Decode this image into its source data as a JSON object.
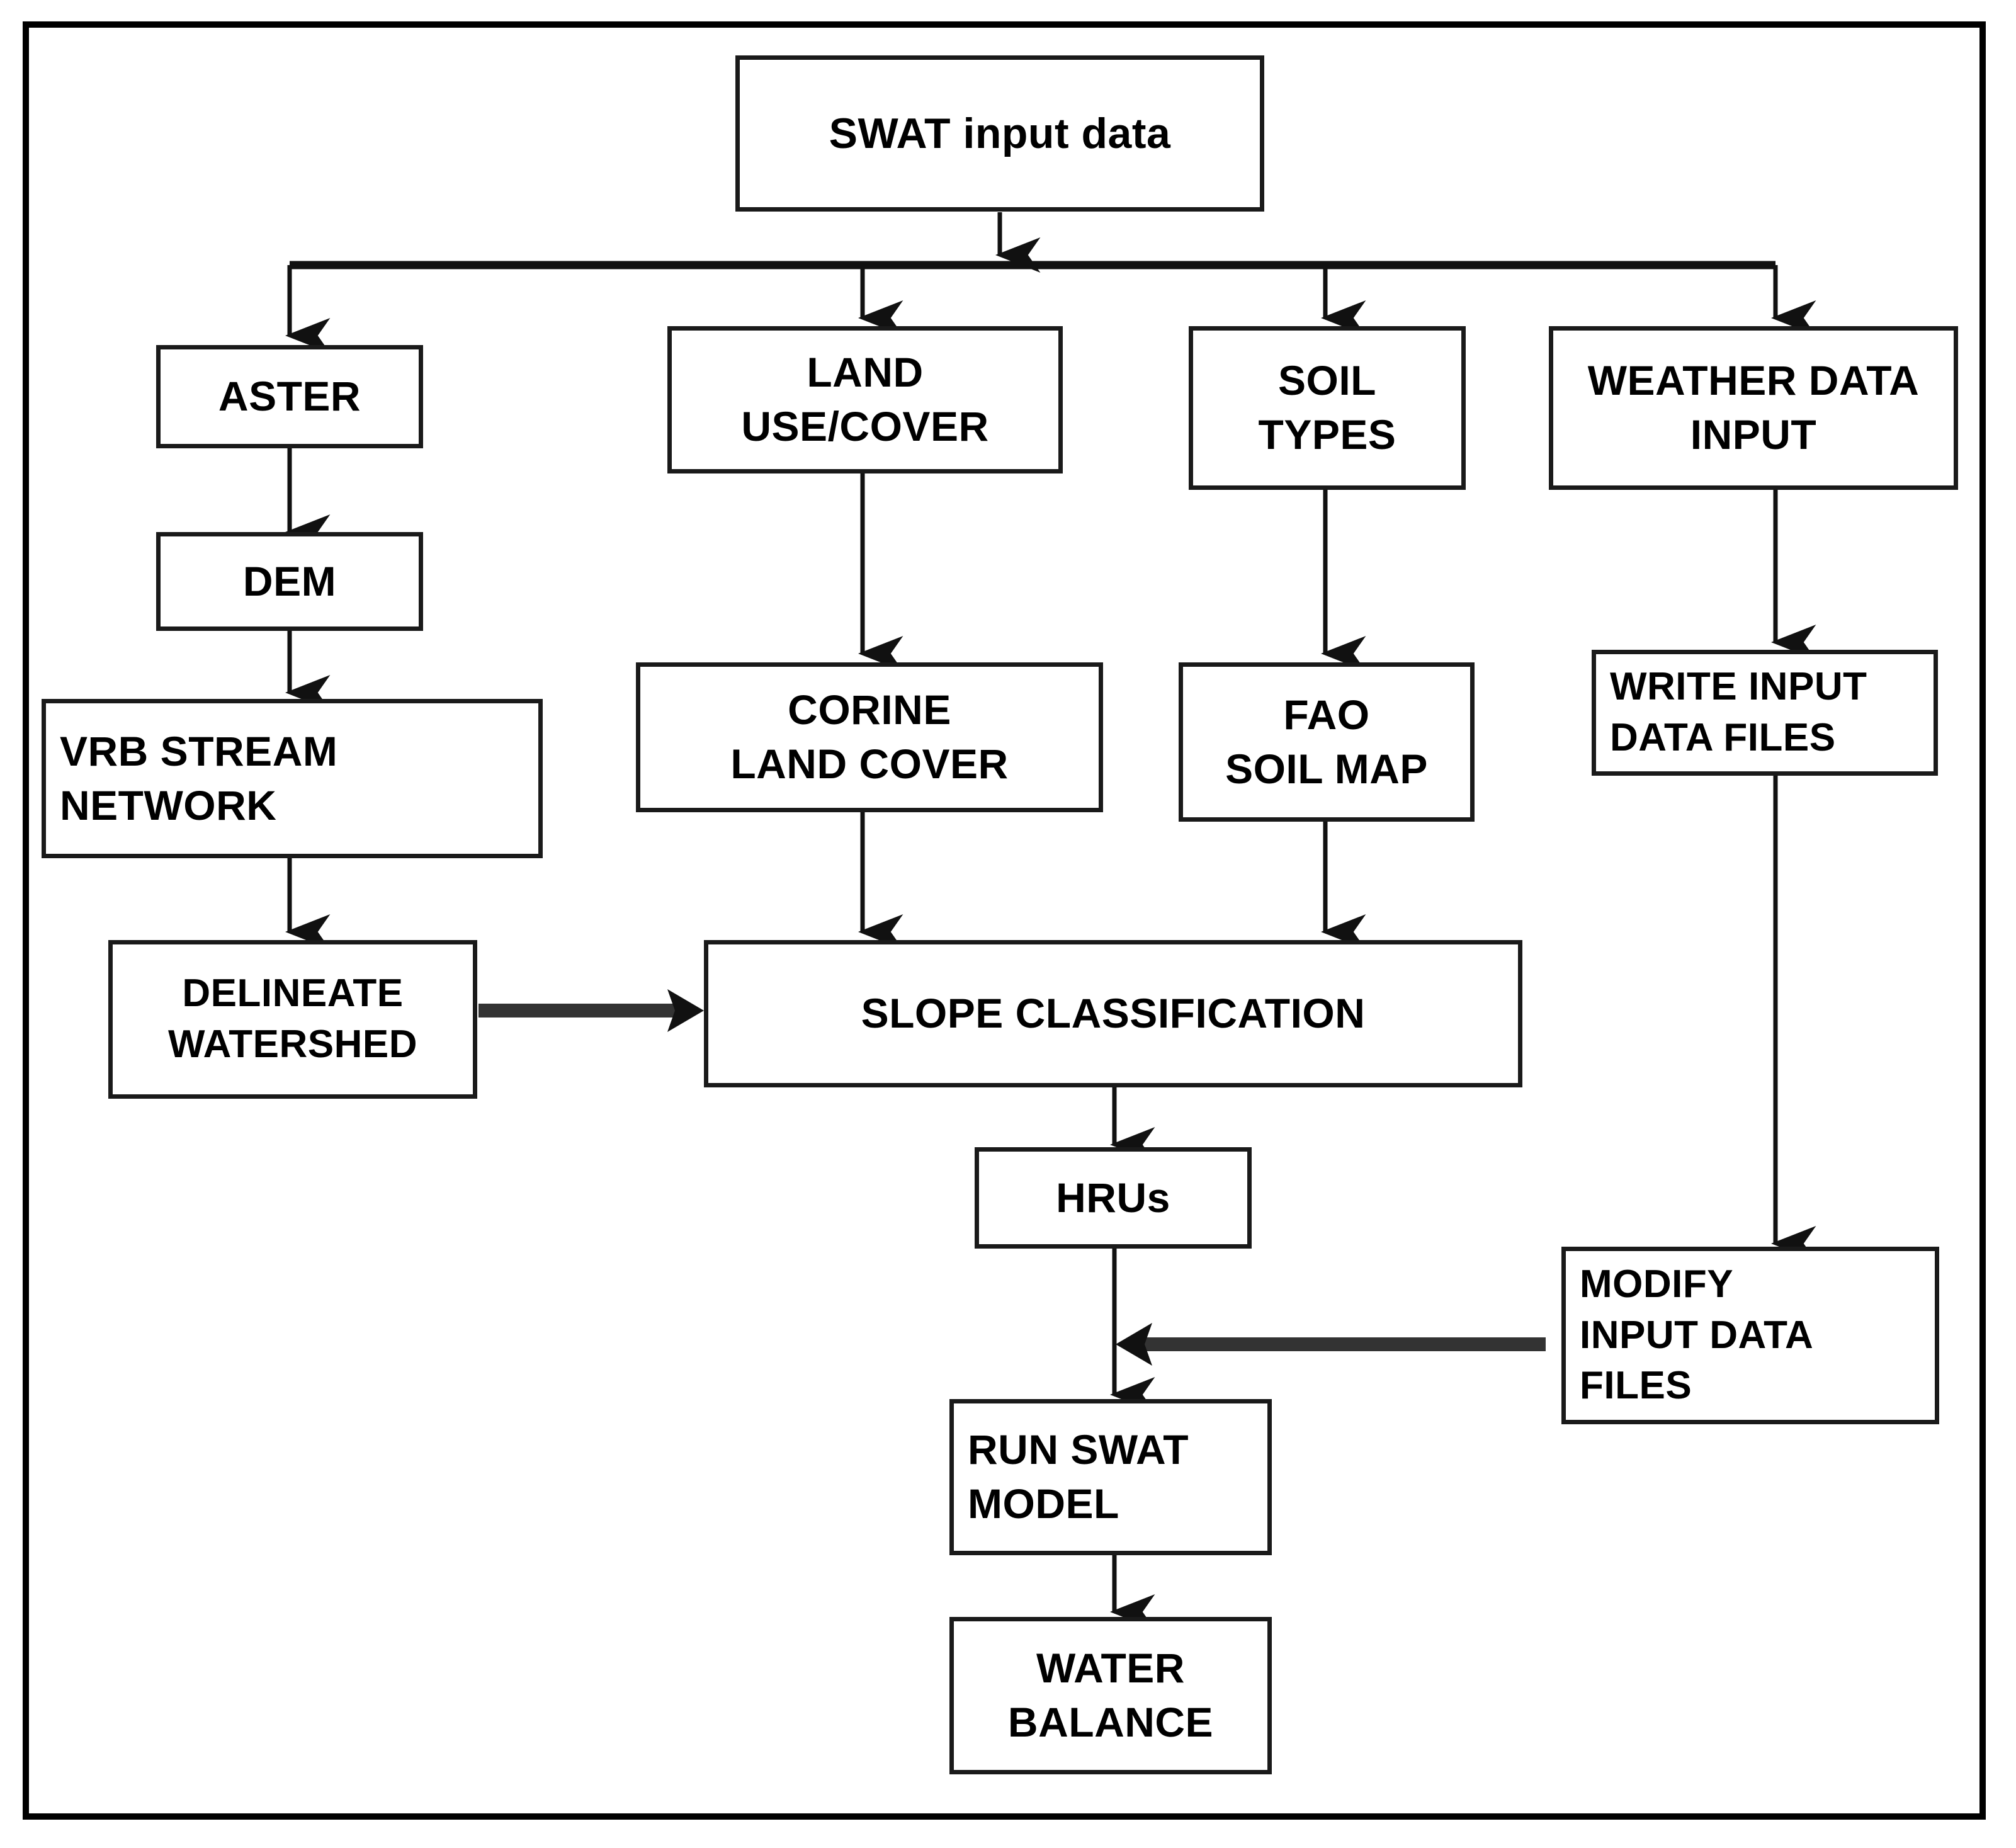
{
  "diagram": {
    "title": "SWAT model input data and processing workflow",
    "background_color": "#ffffff",
    "border_color": "#000000",
    "node_border_color": "#1a1a1a",
    "text_color": "#000000"
  },
  "nodes": {
    "swat_input_data": {
      "lines": [
        "SWAT input data"
      ]
    },
    "aster": {
      "lines": [
        "ASTER"
      ]
    },
    "land_use_cover": {
      "lines": [
        "LAND",
        "USE/COVER"
      ]
    },
    "soil_types": {
      "lines": [
        "SOIL",
        "TYPES"
      ]
    },
    "weather_data": {
      "lines": [
        "WEATHER DATA",
        "INPUT"
      ]
    },
    "dem": {
      "lines": [
        "DEM"
      ]
    },
    "corine": {
      "lines": [
        "CORINE",
        "LAND COVER"
      ]
    },
    "fao": {
      "lines": [
        "FAO",
        "SOIL MAP"
      ]
    },
    "write_input": {
      "lines": [
        "WRITE INPUT",
        "DATA FILES"
      ]
    },
    "vrb_stream": {
      "lines": [
        "VRB STREAM",
        "NETWORK"
      ]
    },
    "delineate": {
      "lines": [
        "DELINEATE",
        "WATERSHED"
      ]
    },
    "slope": {
      "lines": [
        "SLOPE CLASSIFICATION"
      ]
    },
    "hrus": {
      "lines": [
        "HRUs"
      ]
    },
    "modify_input": {
      "lines": [
        "MODIFY",
        "INPUT DATA",
        "FILES"
      ]
    },
    "run_swat": {
      "lines": [
        "RUN SWAT",
        "MODEL"
      ]
    },
    "water_balance": {
      "lines": [
        "WATER",
        "BALANCE"
      ]
    }
  },
  "edges": [
    {
      "from": "swat_input_data",
      "to": "distribution-bar"
    },
    {
      "from": "distribution-bar",
      "to": "aster"
    },
    {
      "from": "distribution-bar",
      "to": "land_use_cover"
    },
    {
      "from": "distribution-bar",
      "to": "soil_types"
    },
    {
      "from": "distribution-bar",
      "to": "weather_data"
    },
    {
      "from": "aster",
      "to": "dem"
    },
    {
      "from": "dem",
      "to": "vrb_stream"
    },
    {
      "from": "vrb_stream",
      "to": "delineate"
    },
    {
      "from": "land_use_cover",
      "to": "corine"
    },
    {
      "from": "soil_types",
      "to": "fao"
    },
    {
      "from": "weather_data",
      "to": "write_input"
    },
    {
      "from": "delineate",
      "to": "slope"
    },
    {
      "from": "corine",
      "to": "slope"
    },
    {
      "from": "fao",
      "to": "slope"
    },
    {
      "from": "slope",
      "to": "hrus"
    },
    {
      "from": "write_input",
      "to": "modify_input"
    },
    {
      "from": "modify_input",
      "to": "hrus-run_swat-link"
    },
    {
      "from": "hrus",
      "to": "run_swat"
    },
    {
      "from": "run_swat",
      "to": "water_balance"
    }
  ]
}
